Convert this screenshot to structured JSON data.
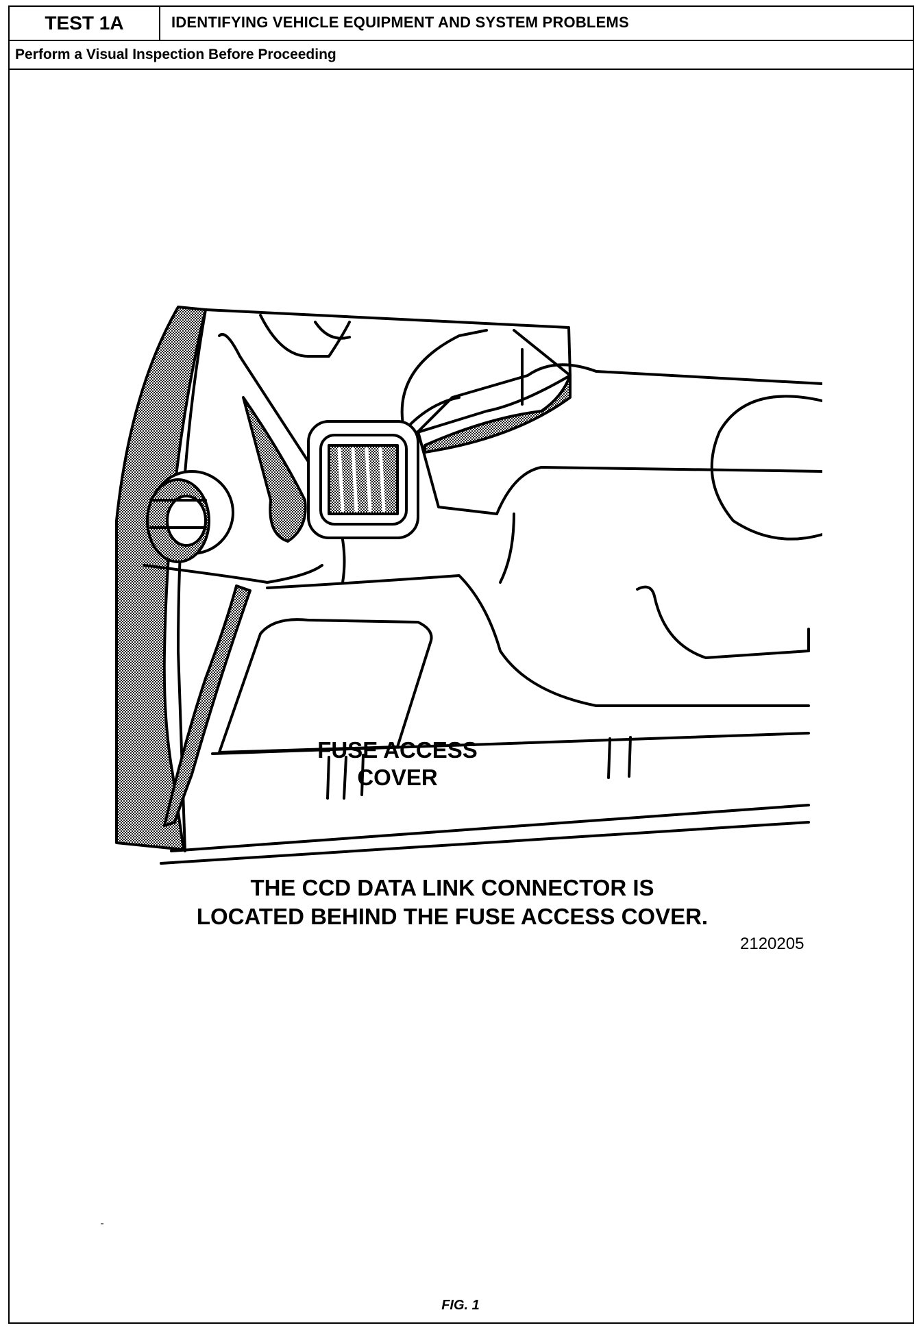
{
  "header": {
    "test_id": "TEST 1A",
    "title": "IDENTIFYING VEHICLE EQUIPMENT AND SYSTEM PROBLEMS",
    "subtitle": "Perform a Visual Inspection Before Proceeding"
  },
  "figure": {
    "callout_line1": "FUSE ACCESS",
    "callout_line2": "COVER",
    "caption_line1": "THE CCD DATA LINK CONNECTOR IS",
    "caption_line2": "LOCATED BEHIND THE FUSE ACCESS COVER.",
    "code": "2120205",
    "label": "FIG. 1"
  }
}
